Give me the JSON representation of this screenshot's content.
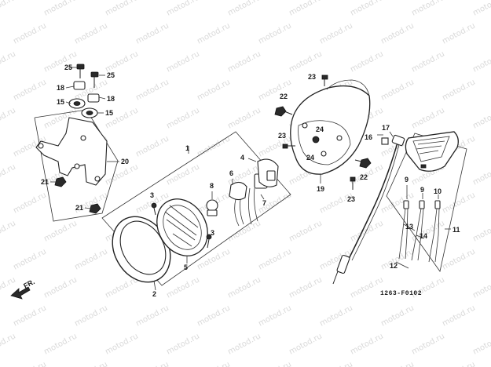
{
  "diagram": {
    "reference_code": "1263-F0102",
    "direction_label": "FR.",
    "watermark_text": "motod.ru",
    "callouts": {
      "c1": "1",
      "c2": "2",
      "c3": "3",
      "c4": "4",
      "c5": "5",
      "c6": "6",
      "c7": "7",
      "c8": "8",
      "c9": "9",
      "c10": "10",
      "c11": "11",
      "c12": "12",
      "c13": "13",
      "c14": "14",
      "c15a": "15",
      "c15b": "15",
      "c16": "16",
      "c17": "17",
      "c18a": "18",
      "c18b": "18",
      "c19": "19",
      "c20": "20",
      "c21a": "21",
      "c21b": "21",
      "c22a": "22",
      "c22b": "22",
      "c23a": "23",
      "c23b": "23",
      "c23c": "23",
      "c24a": "24",
      "c24b": "24",
      "c25a": "25",
      "c25b": "25",
      "c3b": "3"
    }
  }
}
